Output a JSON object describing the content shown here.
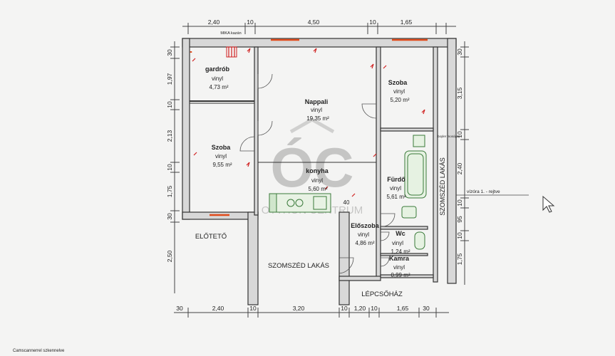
{
  "dimensions": {
    "top": [
      "2,40",
      "10",
      "4,50",
      "10",
      "1,65"
    ],
    "bottom": [
      "30",
      "2,40",
      "10",
      "3,20",
      "10",
      "1,20",
      "10",
      "1,65",
      "30"
    ],
    "left": [
      "30",
      "1,97",
      "10",
      "2,13",
      "10",
      "1,75",
      "30",
      "2,50"
    ],
    "right": [
      "30",
      "3,15",
      "10",
      "2,40",
      "10",
      "95",
      "10",
      "1,75"
    ],
    "inner": [
      "40"
    ]
  },
  "rooms": [
    {
      "name": "gardrób",
      "floor": "vinyl",
      "area": "4,73 m²"
    },
    {
      "name": "Nappali",
      "floor": "vinyl",
      "area": "19,35 m²"
    },
    {
      "name": "Szoba",
      "floor": "vinyl",
      "area": "5,20 m²"
    },
    {
      "name": "Szoba",
      "floor": "vinyl",
      "area": "9,55 m²"
    },
    {
      "name": "konyha",
      "floor": "vinyl",
      "area": "5,60 m²"
    },
    {
      "name": "Fürdő",
      "floor": "vinyl",
      "area": "5,61 m²"
    },
    {
      "name": "Előszoba",
      "floor": "vinyl",
      "area": "4,86 m²"
    },
    {
      "name": "Wc",
      "floor": "vinyl",
      "area": "1,24 m²"
    },
    {
      "name": "Kamra",
      "floor": "vinyl",
      "area": "0,99 m²"
    }
  ],
  "labels": {
    "mika": "MIKA kazán",
    "eloteto": "ELŐTETŐ",
    "szomszed_lakas_bottom": "SZOMSZÉD LAKÁS",
    "szomszed_lakas_right": "SZOMSZÉD LAKÁS",
    "lepcsohaz": "LÉPCSŐHÁZ",
    "vizora": "vízóra 1. - rejtve",
    "boyler": "boyler mosógép",
    "scanner": "Camscannerrel szkennelve"
  },
  "watermark": {
    "logo": "ÓC",
    "text": "OTTHON CENTRUM"
  }
}
